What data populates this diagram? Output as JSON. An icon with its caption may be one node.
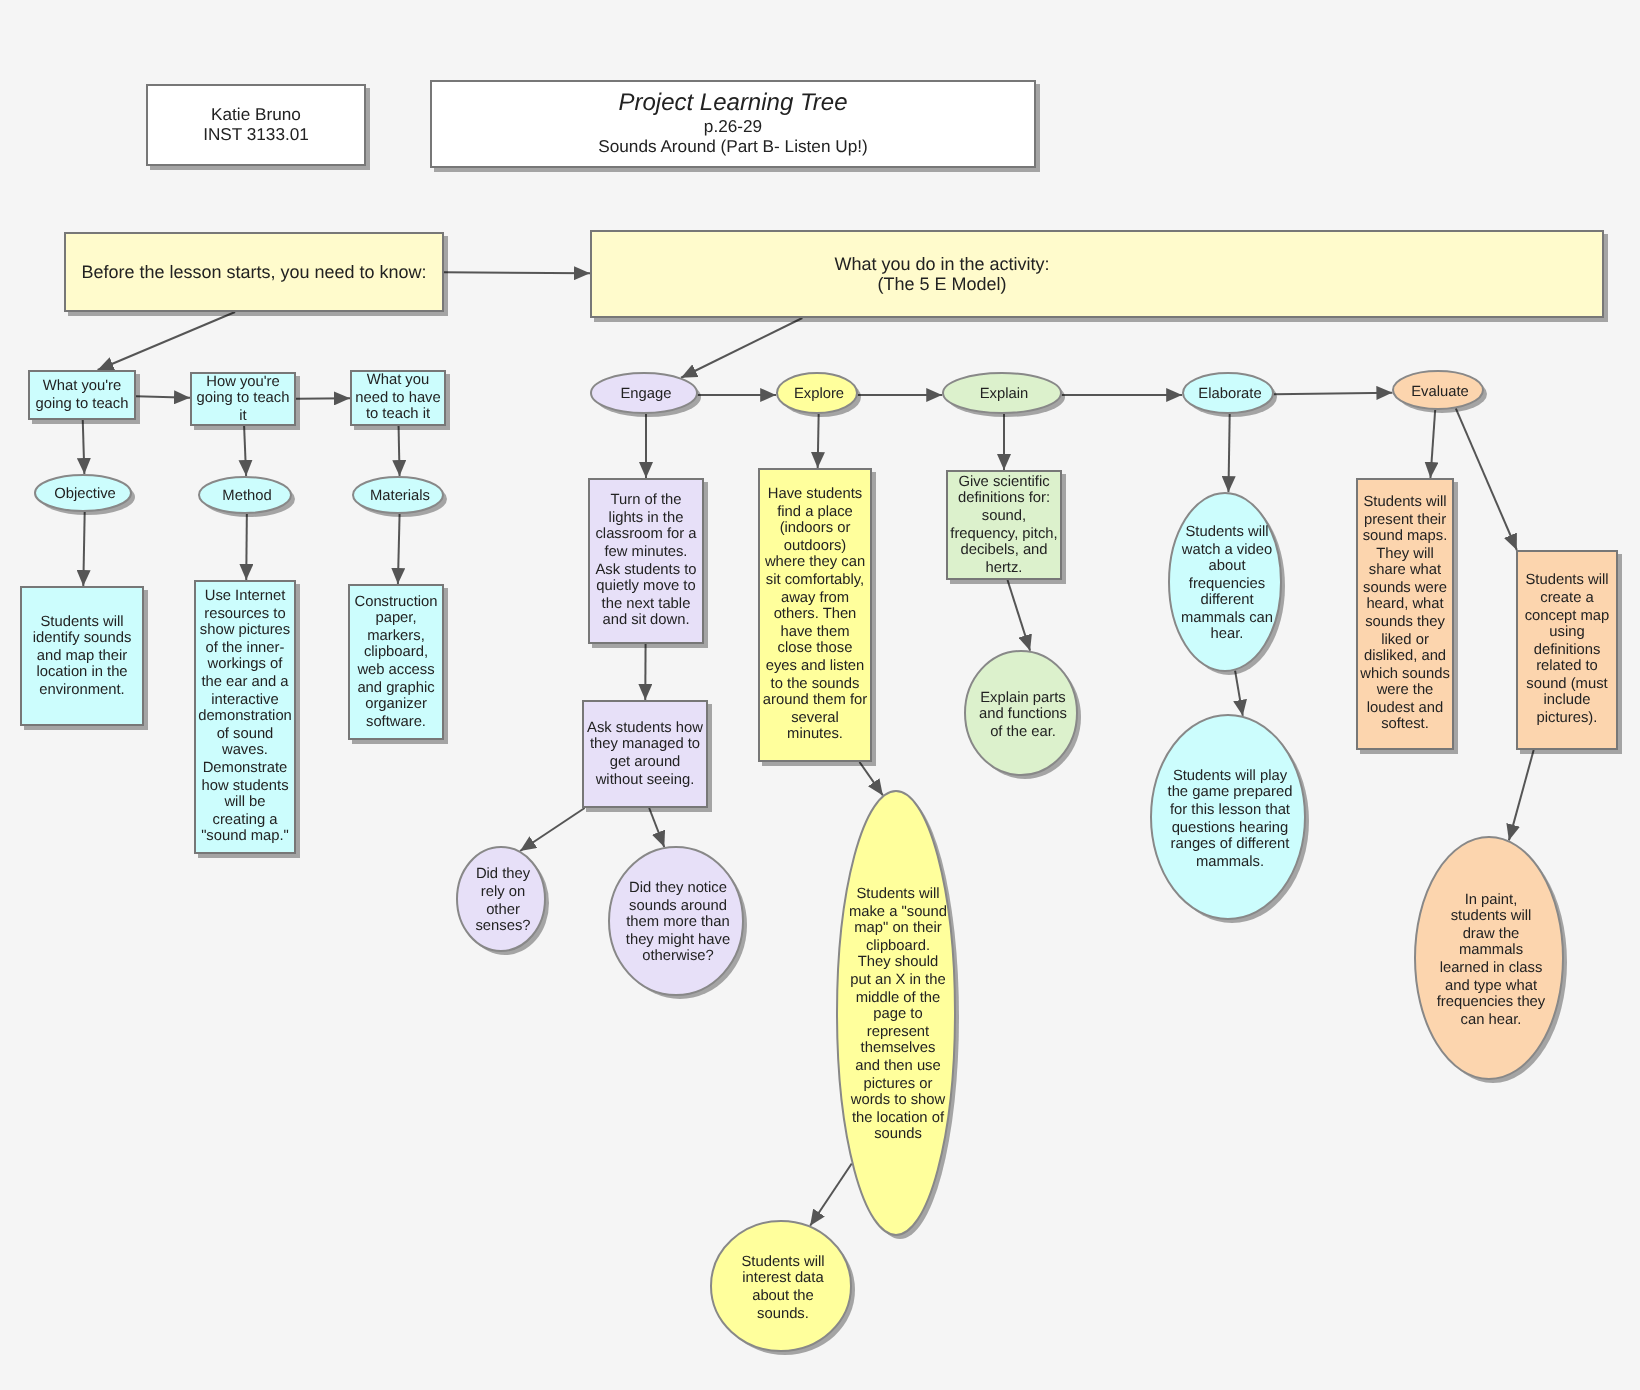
{
  "diagram": {
    "nodes": [
      {
        "text": [
          "Katie Bruno",
          "INST 3133.01"
        ]
      },
      {
        "text": [
          "Project Learning Tree",
          "p.26-29",
          "Sounds Around (Part B- Listen Up!)"
        ]
      },
      {
        "text": [
          "Before the lesson starts, you need to know:"
        ]
      },
      {
        "text": [
          "What you do in the activity:",
          "(The 5 E Model)"
        ]
      },
      {
        "text": [
          "What you're going to teach"
        ]
      },
      {
        "text": [
          "How you're going to teach it"
        ]
      },
      {
        "text": [
          "What you need to have to teach it"
        ]
      },
      {
        "text": [
          "Objective"
        ]
      },
      {
        "text": [
          "Method"
        ]
      },
      {
        "text": [
          "Materials"
        ]
      },
      {
        "text": [
          "Students will identify sounds and map their location in the environment."
        ]
      },
      {
        "text": [
          "Use Internet resources to show pictures of the inner-workings of the ear and a interactive demonstration of sound waves. Demonstrate how students will be creating a \"sound map.\""
        ]
      },
      {
        "text": [
          "Construction paper, markers, clipboard, web access and graphic organizer software."
        ]
      },
      {
        "text": [
          "Engage"
        ]
      },
      {
        "text": [
          "Explore"
        ]
      },
      {
        "text": [
          "Explain"
        ]
      },
      {
        "text": [
          "Elaborate"
        ]
      },
      {
        "text": [
          "Evaluate"
        ]
      },
      {
        "text": [
          "Turn of the lights in the classroom for a few minutes. Ask students to quietly move to the next table and sit down."
        ]
      },
      {
        "text": [
          "Ask students how they managed to get around without seeing."
        ]
      },
      {
        "text": [
          "Did they rely on other senses?"
        ]
      },
      {
        "text": [
          "Did they notice sounds around them more than they might have otherwise?"
        ]
      },
      {
        "text": [
          "Have students find a place (indoors or outdoors) where they can sit comfortably, away from others. Then have them close those eyes and listen to the sounds around them for several minutes."
        ]
      },
      {
        "text": [
          "Students will make a \"sound map\" on their clipboard. They should put an X in the middle of the page to represent themselves and then use pictures or words to show the location of sounds"
        ]
      },
      {
        "text": [
          "Students will interest data about the sounds."
        ]
      },
      {
        "text": [
          "Give scientific definitions for: sound, frequency, pitch, decibels, and hertz."
        ]
      },
      {
        "text": [
          "Explain parts and functions of the ear."
        ]
      },
      {
        "text": [
          "Students will watch a video about frequencies different mammals can hear."
        ]
      },
      {
        "text": [
          "Students will play the game prepared for this lesson that questions hearing ranges of different mammals."
        ]
      },
      {
        "text": [
          "Students will present their sound maps. They will share what sounds were heard, what sounds they liked or disliked, and which sounds were the loudest and softest."
        ]
      },
      {
        "text": [
          "Students will create a concept map using definitions related to sound (must include pictures)."
        ]
      },
      {
        "text": [
          "In paint, students will draw the mammals learned in class and type what frequencies they can hear."
        ]
      }
    ],
    "edges": [
      {
        "from": 2,
        "to": 3,
        "arrow": "to"
      },
      {
        "from": 2,
        "to": 4,
        "arrow": "to"
      },
      {
        "from": 4,
        "to": 5,
        "arrow": "to"
      },
      {
        "from": 5,
        "to": 6,
        "arrow": "to"
      },
      {
        "from": 4,
        "to": 7,
        "arrow": "to"
      },
      {
        "from": 5,
        "to": 8,
        "arrow": "to"
      },
      {
        "from": 6,
        "to": 9,
        "arrow": "to"
      },
      {
        "from": 7,
        "to": 10,
        "arrow": "to"
      },
      {
        "from": 8,
        "to": 11,
        "arrow": "to"
      },
      {
        "from": 9,
        "to": 12,
        "arrow": "to"
      },
      {
        "from": 3,
        "to": 13,
        "arrow": "to"
      },
      {
        "from": 13,
        "to": 14,
        "arrow": "to"
      },
      {
        "from": 14,
        "to": 15,
        "arrow": "to"
      },
      {
        "from": 15,
        "to": 16,
        "arrow": "to"
      },
      {
        "from": 16,
        "to": 17,
        "arrow": "to"
      },
      {
        "from": 13,
        "to": 18,
        "arrow": "to"
      },
      {
        "from": 18,
        "to": 19,
        "arrow": "to"
      },
      {
        "from": 19,
        "to": 20,
        "arrow": "to"
      },
      {
        "from": 19,
        "to": 21,
        "arrow": "to"
      },
      {
        "from": 14,
        "to": 22,
        "arrow": "to"
      },
      {
        "from": 22,
        "to": 23,
        "arrow": "to"
      },
      {
        "from": 23,
        "to": 24,
        "arrow": "to"
      },
      {
        "from": 15,
        "to": 25,
        "arrow": "to"
      },
      {
        "from": 25,
        "to": 26,
        "arrow": "to"
      },
      {
        "from": 16,
        "to": 27,
        "arrow": "to"
      },
      {
        "from": 27,
        "to": 28,
        "arrow": "to"
      },
      {
        "from": 17,
        "to": 29,
        "arrow": "to"
      },
      {
        "from": 17,
        "to": 30,
        "arrow": "to"
      },
      {
        "from": 30,
        "to": 31,
        "arrow": "to"
      }
    ]
  }
}
